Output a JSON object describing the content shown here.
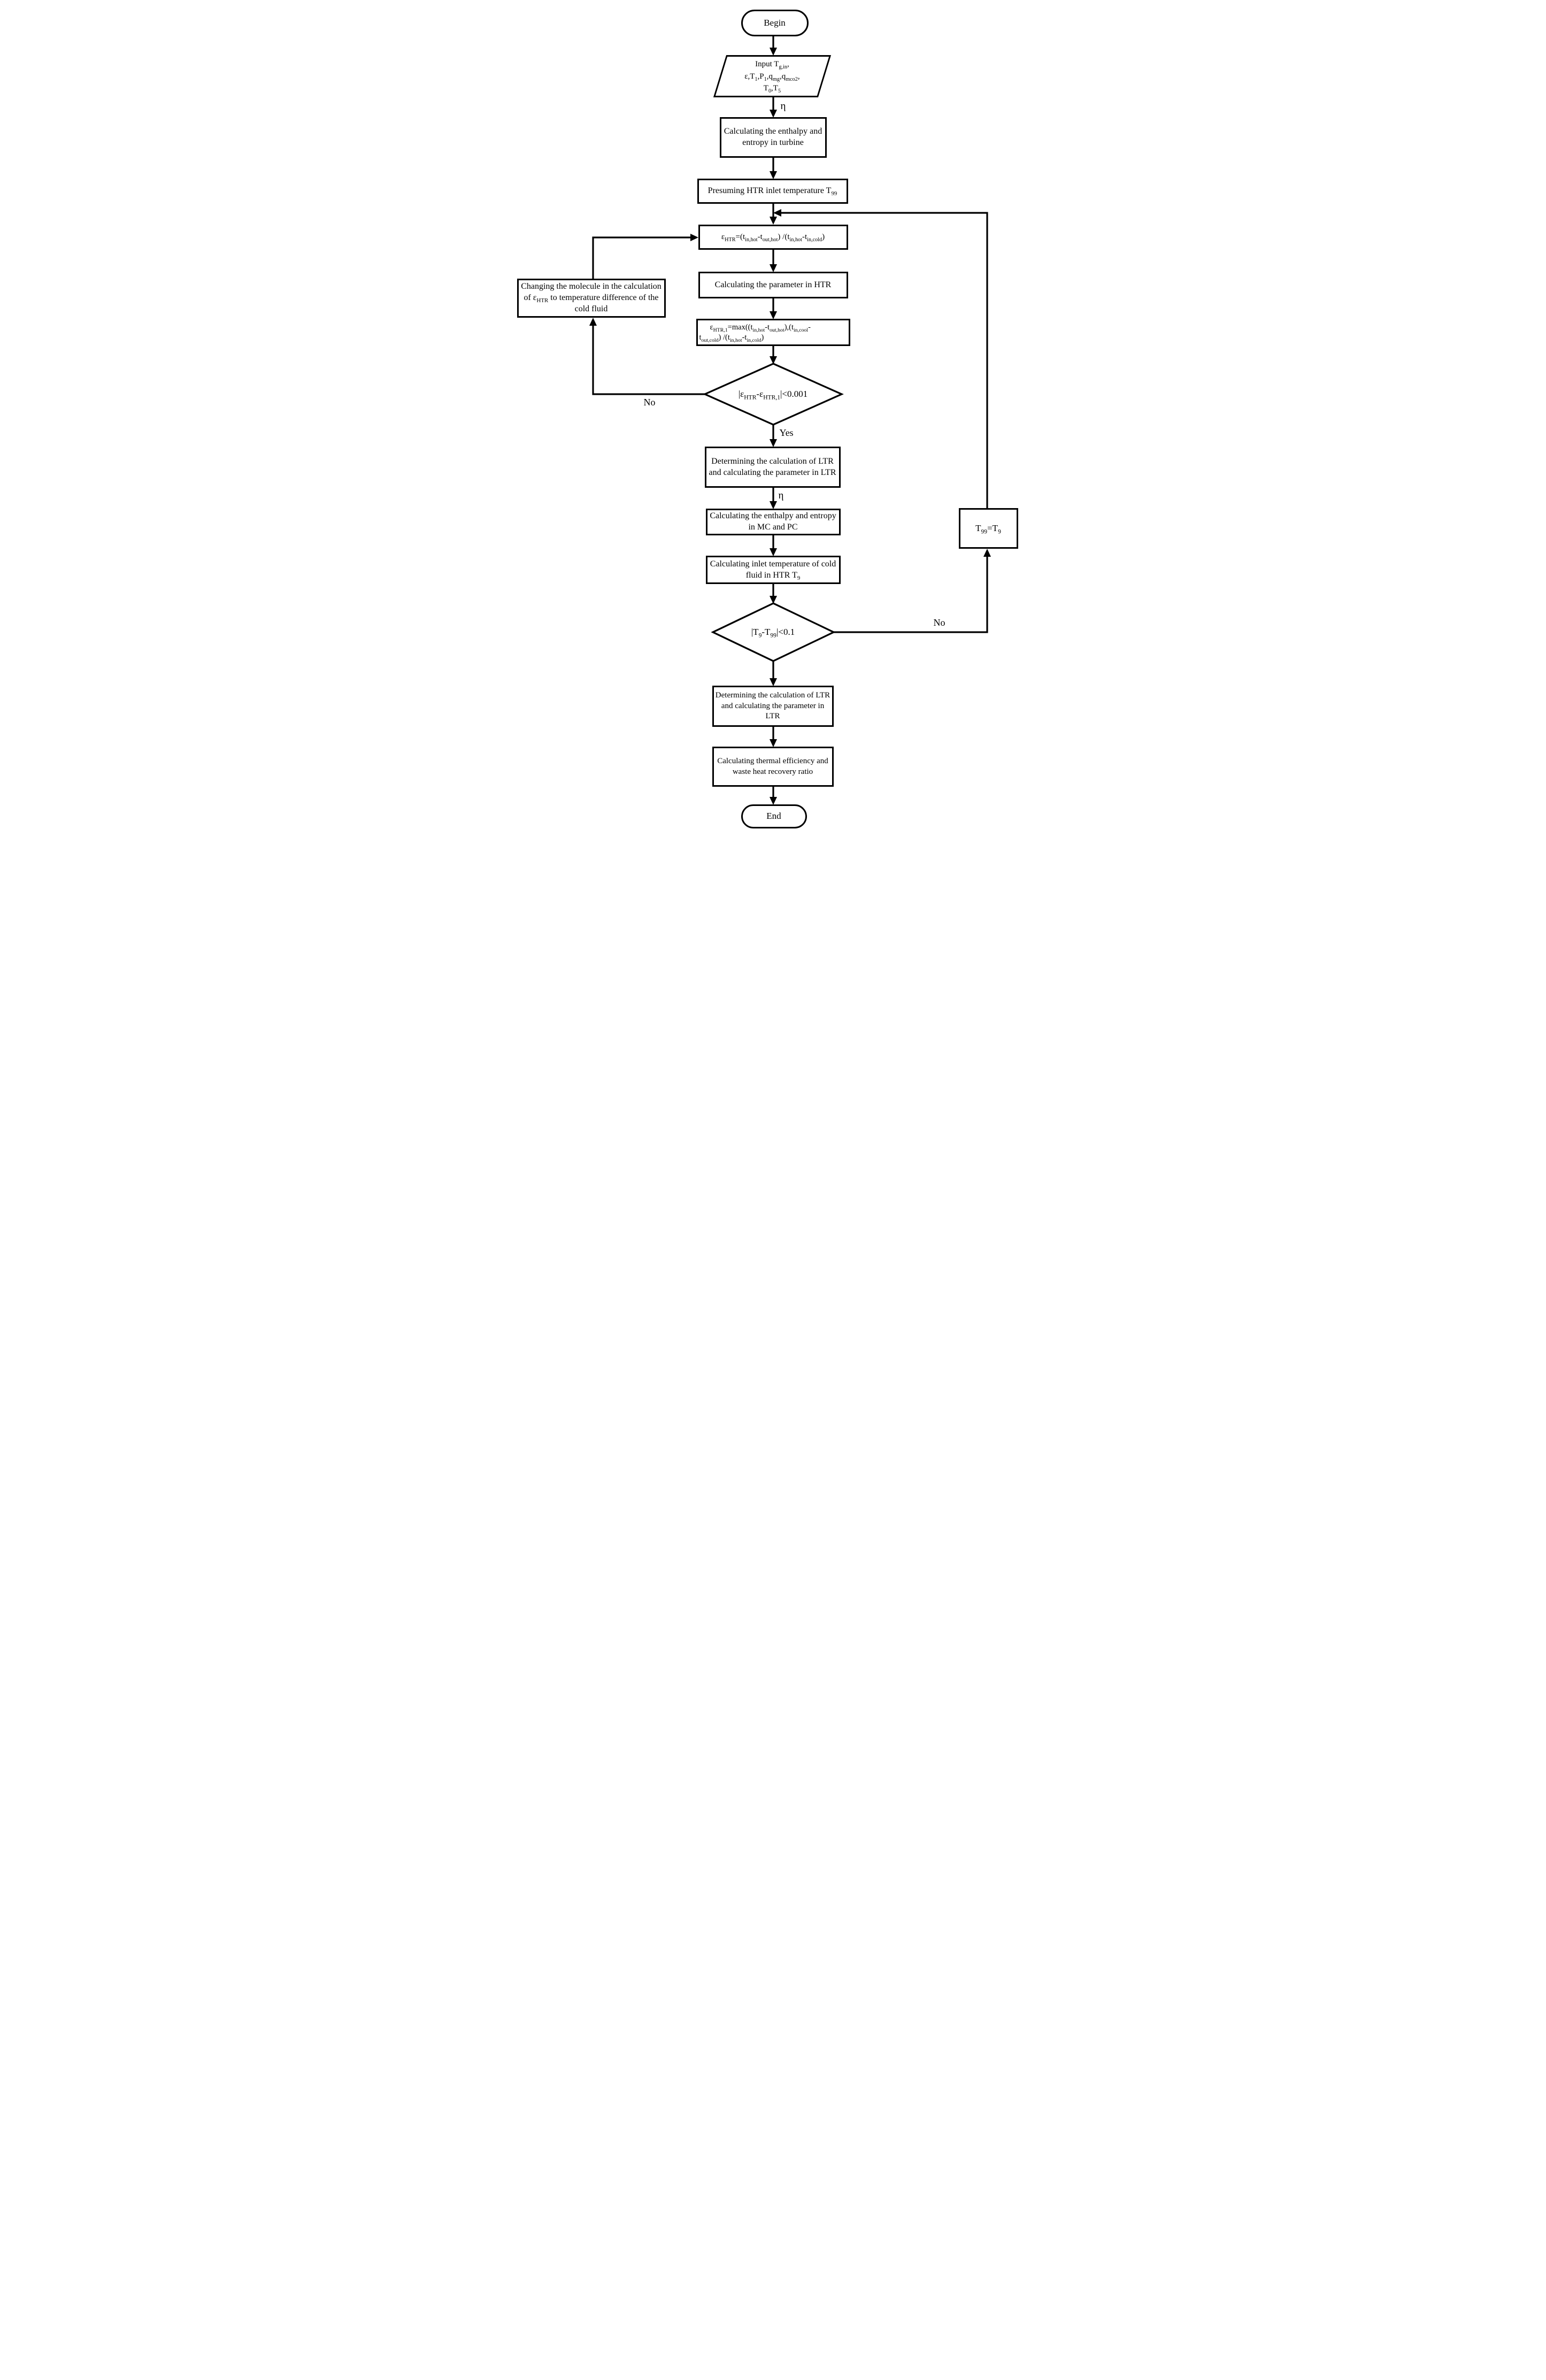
{
  "diagram": {
    "colors": {
      "line": "#000000",
      "background": "#ffffff"
    },
    "nodes": {
      "begin": {
        "label": "Begin"
      },
      "input": {
        "line1": "Input T~g,in~,",
        "line2": "ε,T~1~,P~1~,q~mg~,q~mco2~,",
        "line3": "T~0~,T~5~"
      },
      "turbine": {
        "label": "Calculating the enthalpy and entropy in turbine"
      },
      "presume": {
        "label": "Presuming HTR inlet temperature T~99~"
      },
      "eps_htr": {
        "label": "ε~HTR~=(t~in,hot~-t~out,hot~) /(t~in,hot~-t~in,cold~)"
      },
      "param_htr": {
        "label": "Calculating the parameter in HTR"
      },
      "eps_htr1": {
        "line1": "ε~HTR,1~=max((t~in,hot~-t~out,hot~),(t~in,cool~-",
        "line2": "t~out,cold~) /(t~in,hot~-t~in,cold~)"
      },
      "decision_eps": {
        "label": "|ε~HTR~-ε~HTR,1~|<0.001"
      },
      "changing": {
        "label": "Changing the molecule in the calculation of ε~HTR~ to temperature difference of the cold fluid"
      },
      "determining1": {
        "label": "Determining the calculation of LTR and calculating the parameter in LTR"
      },
      "mc_pc": {
        "label": "Calculating the enthalpy and entropy in MC and PC"
      },
      "cold_fluid": {
        "label": "Calculating inlet temperature of cold fluid in HTR T~9~"
      },
      "decision_t9": {
        "label": "|T~9~-T~99~|<0.1"
      },
      "t99_assign": {
        "label": "T~99~=T~9~"
      },
      "determining2": {
        "label": "Determining the calculation of LTR and calculating the parameter in LTR"
      },
      "thermal": {
        "label": "Calculating thermal efficiency and waste heat recovery ratio"
      },
      "end": {
        "label": "End"
      }
    },
    "edge_labels": {
      "eta_input": "η",
      "eta_determining": "η",
      "yes": "Yes",
      "no_left": "No",
      "no_right": "No"
    }
  }
}
